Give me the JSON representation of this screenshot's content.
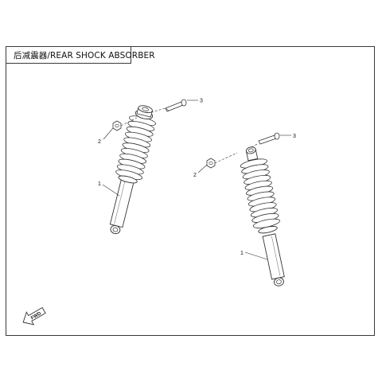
{
  "title": "后减震器/REAR SHOCK ABSORBER",
  "left_assembly": {
    "callout_1": "1",
    "callout_2": "2",
    "callout_3": "3"
  },
  "right_assembly": {
    "callout_1": "1",
    "callout_2": "2",
    "callout_3": "3"
  },
  "direction_marker": {
    "label": "FWD",
    "icon": "front-direction-arrow-icon"
  },
  "colors": {
    "line": "#333333",
    "background": "#ffffff"
  }
}
